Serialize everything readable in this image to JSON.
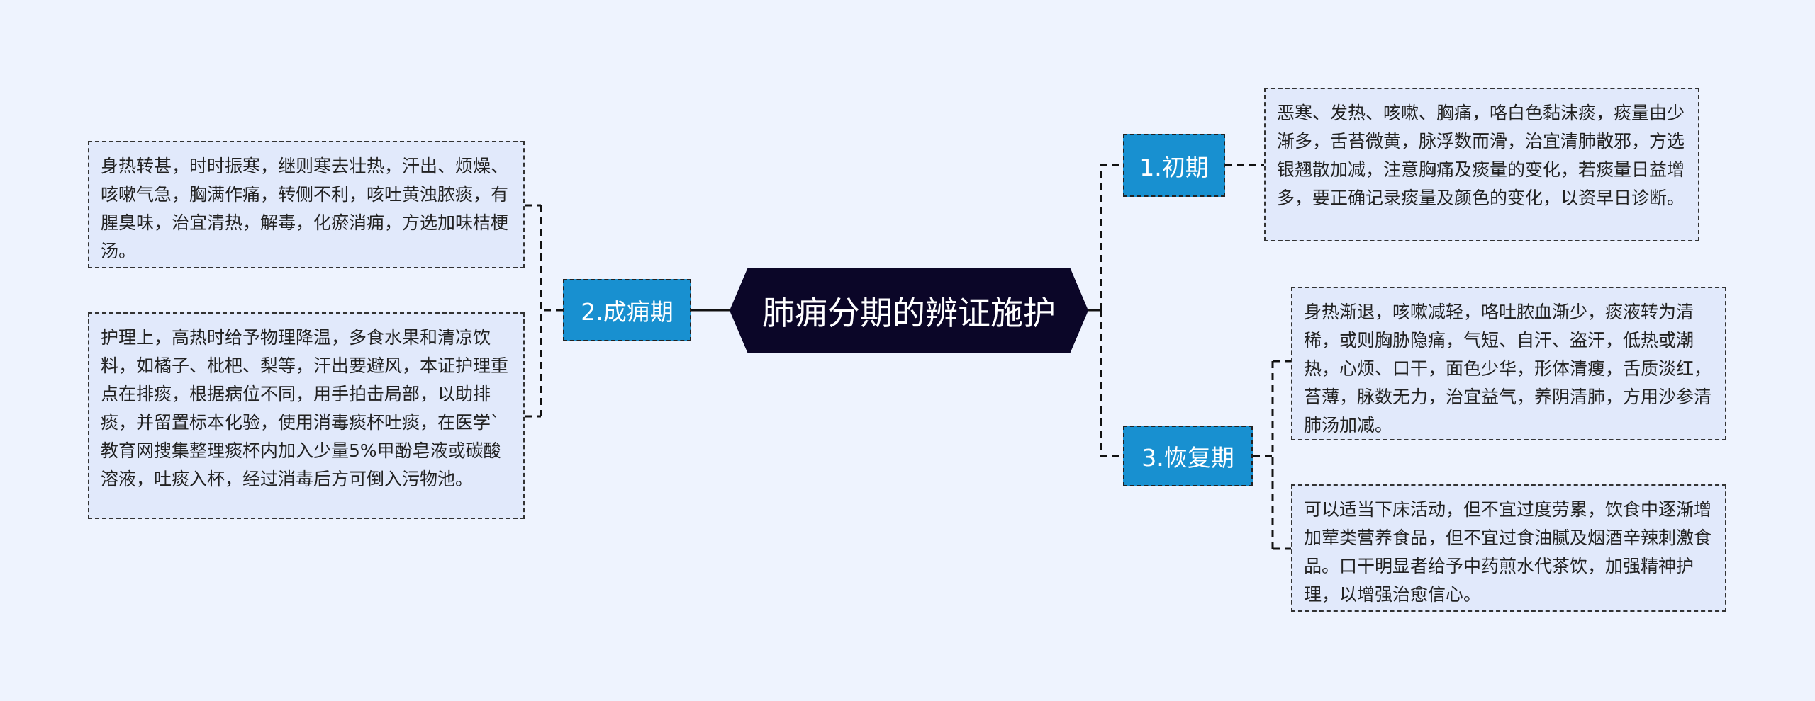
{
  "root": {
    "title": "肺痈分期的辨证施护"
  },
  "colors": {
    "background": "#eef3fe",
    "root_fill": "#0b0628",
    "branch_fill": "#1890d0",
    "leaf_fill": "#e1e9fb"
  },
  "branches": [
    {
      "label": "1.初期",
      "notes": [
        "恶寒、发热、咳嗽、胸痛，咯白色黏沫痰，痰量由少渐多，舌苔微黄，脉浮数而滑，治宜清肺散邪，方选银翘散加减，注意胸痛及痰量的变化，若痰量日益增多，要正确记录痰量及颜色的变化，以资早日诊断。"
      ]
    },
    {
      "label": "2.成痈期",
      "notes": [
        "身热转甚，时时振寒，继则寒去壮热，汗出、烦燥、咳嗽气急，胸满作痛，转侧不利，咳吐黄浊脓痰，有腥臭味，治宜清热，解毒，化瘀消痈，方选加味桔梗汤。",
        "护理上，高热时给予物理降温，多食水果和清凉饮料，如橘子、枇杷、梨等，汗出要避风，本证护理重点在排痰，根据病位不同，用手拍击局部，以助排痰，并留置标本化验，使用消毒痰杯吐痰，在医学`教育网搜集整理痰杯内加入少量5%甲酚皂液或碳酸溶液，吐痰入杯，经过消毒后方可倒入污物池。"
      ]
    },
    {
      "label": "3.恢复期",
      "notes": [
        "身热渐退，咳嗽减轻，咯吐脓血渐少，痰液转为清稀，或则胸胁隐痛，气短、自汗、盗汗，低热或潮热，心烦、口干，面色少华，形体清瘦，舌质淡红，苔薄，脉数无力，治宜益气，养阴清肺，方用沙参清肺汤加减。",
        "可以适当下床活动，但不宜过度劳累，饮食中逐渐增加荤类营养食品，但不宜过食油腻及烟酒辛辣刺激食品。口干明显者给予中药煎水代茶饮，加强精神护理，以增强治愈信心。"
      ]
    }
  ]
}
